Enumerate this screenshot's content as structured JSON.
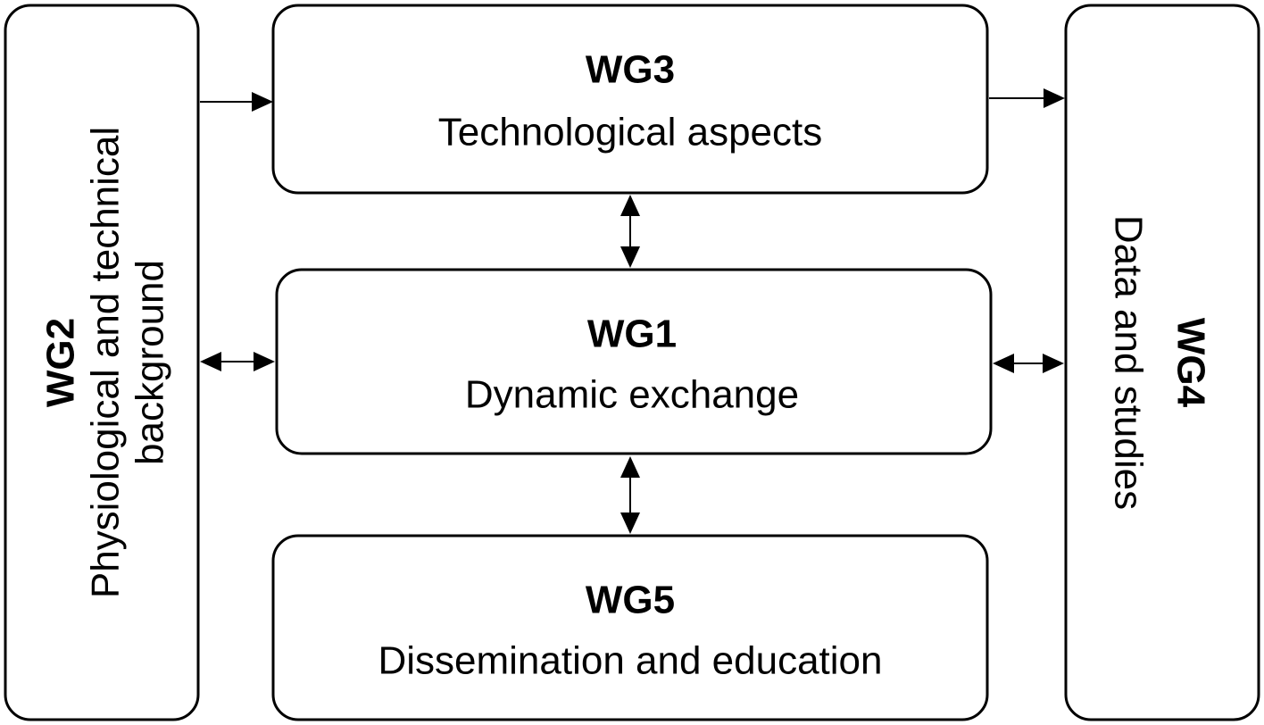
{
  "wg1": {
    "code": "WG1",
    "title": "Dynamic exchange"
  },
  "wg2": {
    "code": "WG2",
    "title_line1": "Physiological and technical",
    "title_line2": "background"
  },
  "wg3": {
    "code": "WG3",
    "title": "Technological aspects"
  },
  "wg4": {
    "code": "WG4",
    "title": "Data and studies"
  },
  "wg5": {
    "code": "WG5",
    "title": "Dissemination and education"
  }
}
